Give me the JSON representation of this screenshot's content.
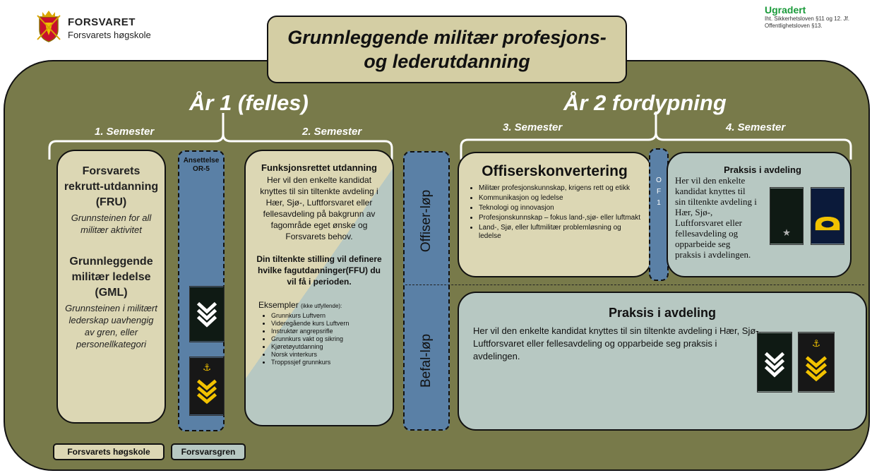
{
  "header": {
    "org_name": "FORSVARET",
    "org_sub": "Forsvarets høgskole",
    "classification": "Ugradert",
    "classification_note": "Iht. Sikkerhetsloven §11 og 12. Jf. Offentlighetsloven §13."
  },
  "title": {
    "line1": "Grunnleggende militær profesjons-",
    "line2": "og lederutdanning"
  },
  "years": {
    "year1": "År 1 (felles)",
    "year2": "År 2 fordypning"
  },
  "semesters": [
    "1. Semester",
    "2. Semester",
    "3. Semester",
    "4. Semester"
  ],
  "fru_box": {
    "heading1": "Forsvarets rekrutt-utdanning (FRU)",
    "sub1": "Grunnsteinen for all militær aktivitet",
    "heading2": "Grunnleggende militær ledelse (GML)",
    "sub2": "Grunnsteinen i militært lederskap uavhengig av gren, eller personellkategori"
  },
  "ansettelse": {
    "line1": "Ansettelse",
    "line2": "OR-5"
  },
  "functional_box": {
    "title": "Funksjonsrettet utdanning",
    "body": "Her vil den enkelte kandidat knyttes til sin tiltenkte avdeling i Hær, Sjø-, Luftforsvaret eller fellesavdeling på bakgrunn av fagområde eget ønske og Forsvarets behov.",
    "bold": "Din tiltenkte stilling vil definere hvilke fagutdanninger(FFU) du vil få i perioden.",
    "examples_head": "Eksempler",
    "examples_note": "(ikke utfyllende):",
    "examples": [
      "Grunnkurs Luftvern",
      "Videregående kurs Luftvern",
      "Instruktør angrepsrifle",
      "Grunnkurs vakt og sikring",
      "Kjøretøyutdanning",
      "Norsk vinterkurs",
      "Troppssjef grunnkurs"
    ]
  },
  "tracks": {
    "officer": "Offiser-løp",
    "nco": "Befal-løp"
  },
  "officer_conversion": {
    "title": "Offiserskonvertering",
    "items": [
      "Militær profesjonskunnskap, krigens rett og etikk",
      "Kommunikasjon og ledelse",
      "Teknologi og innovasjon",
      "Profesjonskunnskap – fokus land-,sjø- eller luftmakt",
      "Land-, Sjø, eller luftmilitær problemløsning og ledelse"
    ]
  },
  "of1": {
    "letters": [
      "O",
      "F",
      "1"
    ]
  },
  "praxis_top": {
    "title": "Praksis i avdeling",
    "body": "Her vil den enkelte kandidat knyttes til sin tiltenkte avdeling i Hær, Sjø-, Luftforsvaret eller fellesavdeling og opparbeide seg praksis i avdelingen."
  },
  "praxis_bottom": {
    "title": "Praksis i avdeling",
    "body": "Her vil den enkelte kandidat knyttes til sin tiltenkte avdeling i Hær, Sjø-, Luftforsvaret eller fellesavdeling og opparbeide seg praksis i avdelingen."
  },
  "legend": {
    "school": "Forsvarets høgskole",
    "branch": "Forsvarsgren"
  },
  "colors": {
    "board": "#787a4a",
    "title_box": "#d4cea4",
    "school_tan": "#dcd7b4",
    "branch_sage": "#b7c8c2",
    "track_blue": "#5a80a6",
    "classification_green": "#1a9a3a",
    "rank_gold": "#f2c200"
  }
}
